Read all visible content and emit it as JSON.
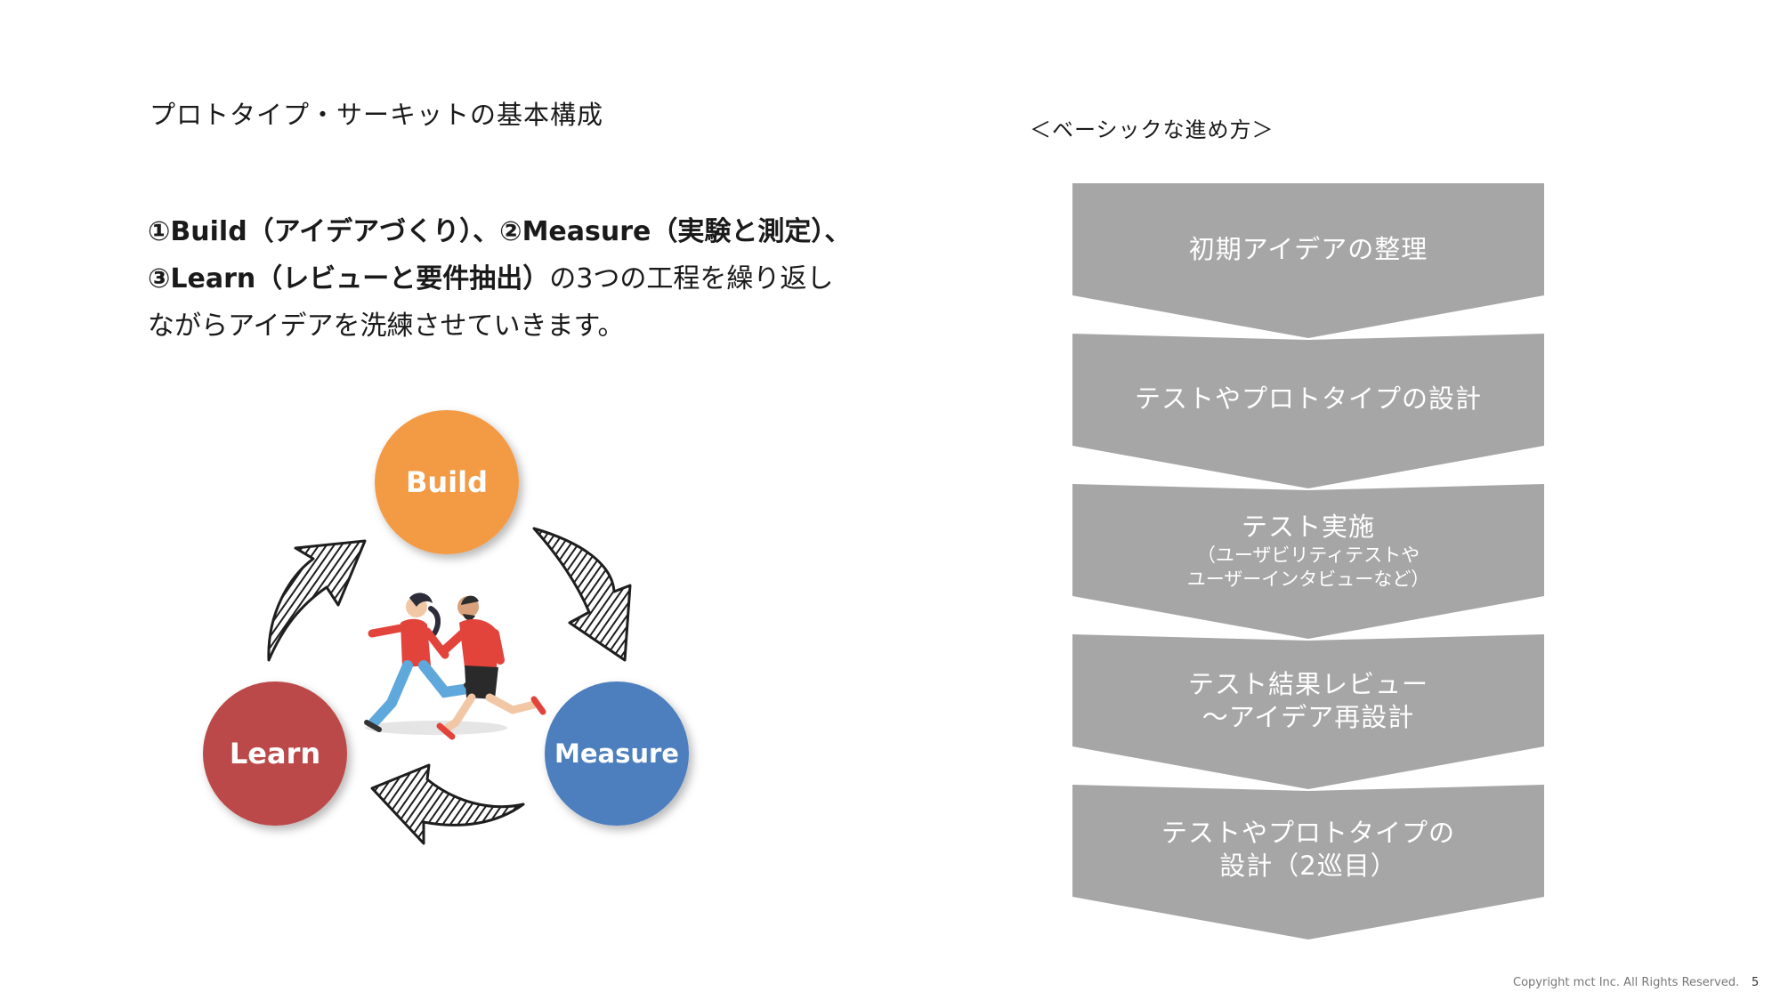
{
  "slide": {
    "title": "プロトタイプ・サーキットの基本構成",
    "description": {
      "line1_part1": "①Build（アイデアづくり）、②Measure（実験と測定）、",
      "line2_bold": "③Learn（レビューと要件抽出）",
      "line2_rest": "の3つの工程を繰り返し",
      "line3": "ながらアイデアを洗練させていきます。"
    }
  },
  "cycle": {
    "build": {
      "label": "Build",
      "color": "#F39A45"
    },
    "measure": {
      "label": "Measure",
      "color": "#4E7FBE"
    },
    "learn": {
      "label": "Learn",
      "color": "#BC4A48"
    }
  },
  "flow": {
    "heading": "＜ベーシックな進め方＞",
    "step_color": "#A6A6A6",
    "steps": [
      {
        "main": "初期アイデアの整理"
      },
      {
        "main": "テストやプロトタイプの設計"
      },
      {
        "main": "テスト実施",
        "sub1": "（ユーザビリティテストや",
        "sub2": "ユーザーインタビューなど）"
      },
      {
        "main1": "テスト結果レビュー",
        "main2": "～アイデア再設計"
      },
      {
        "main1": "テストやプロトタイプの",
        "main2": "設計（2巡目）"
      }
    ]
  },
  "footer": {
    "copyright": "Copyright mct Inc. All Rights Reserved.",
    "page": "5"
  }
}
